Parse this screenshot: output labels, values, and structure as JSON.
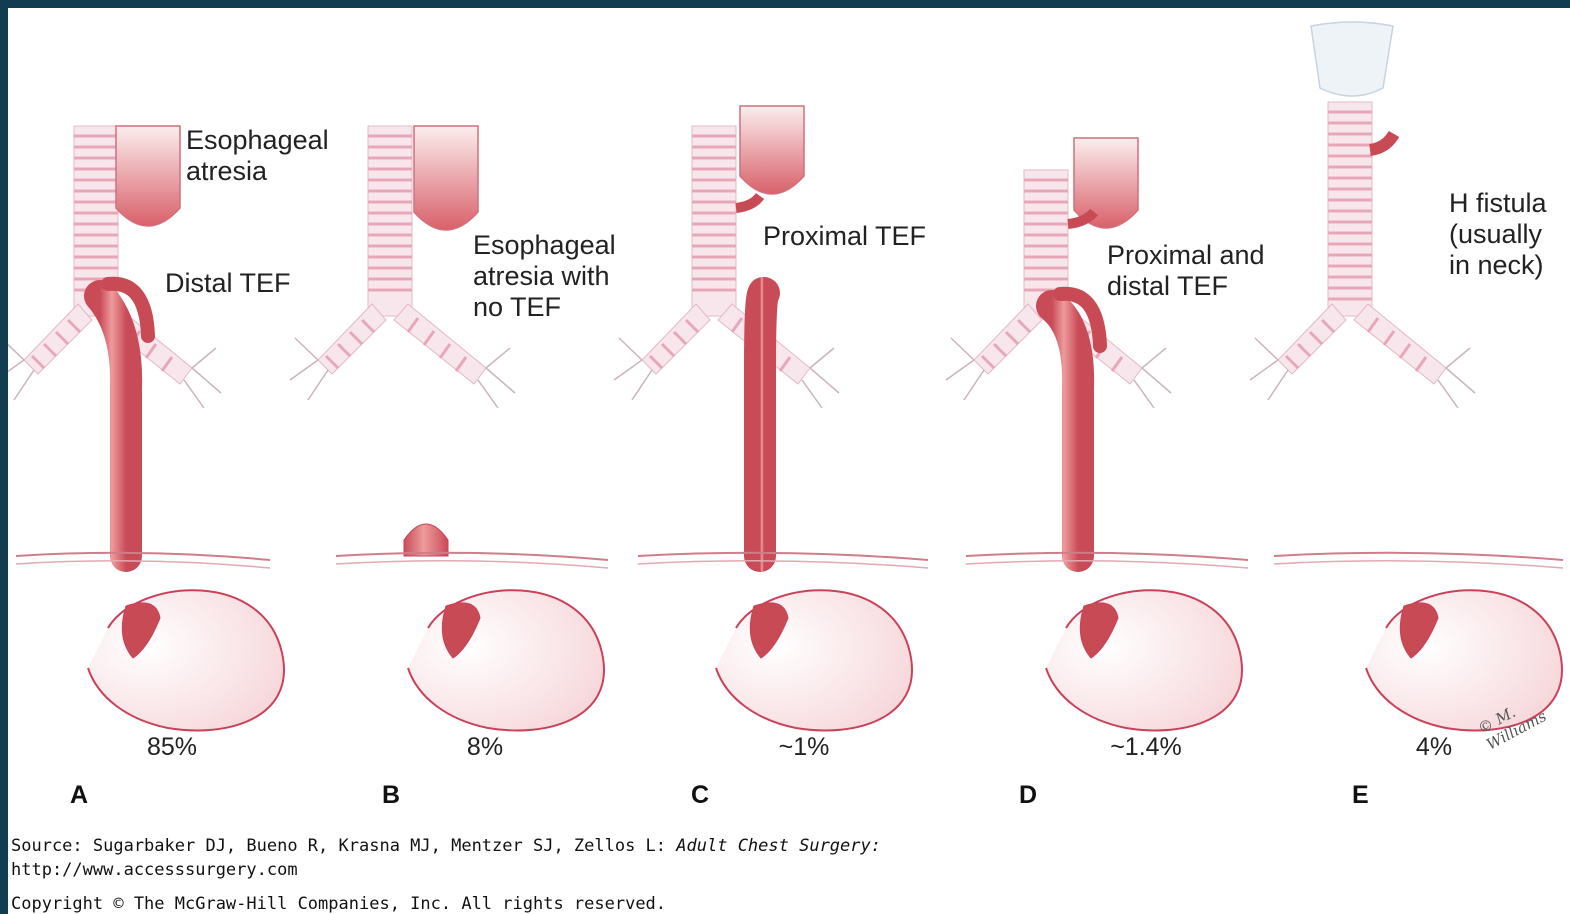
{
  "panels": [
    {
      "letter": "A",
      "percent": "85%",
      "labels": [
        "Esophageal\natresia",
        "Distal TEF"
      ]
    },
    {
      "letter": "B",
      "percent": "8%",
      "labels": [
        "Esophageal\natresia with\nno TEF"
      ]
    },
    {
      "letter": "C",
      "percent": "~1%",
      "labels": [
        "Proximal TEF"
      ]
    },
    {
      "letter": "D",
      "percent": "~1.4%",
      "labels": [
        "Proximal and\ndistal TEF"
      ]
    },
    {
      "letter": "E",
      "percent": "4%",
      "labels": [
        "H fistula\n(usually\nin neck)"
      ]
    }
  ],
  "source": {
    "prefix": "Source: Sugarbaker DJ, Bueno R, Krasna MJ, Mentzer SJ, Zellos L: ",
    "book": "Adult Chest Surgery:",
    "url": "http://www.accesssurgery.com",
    "copyright": "Copyright © The McGraw-Hill Companies, Inc. All rights reserved."
  },
  "signature": "© M. Williams",
  "colors": {
    "esophagus": "#e07575",
    "esophagus_dark": "#c84a55",
    "trachea": "#f7e7ec",
    "stroke": "#c9425a"
  }
}
